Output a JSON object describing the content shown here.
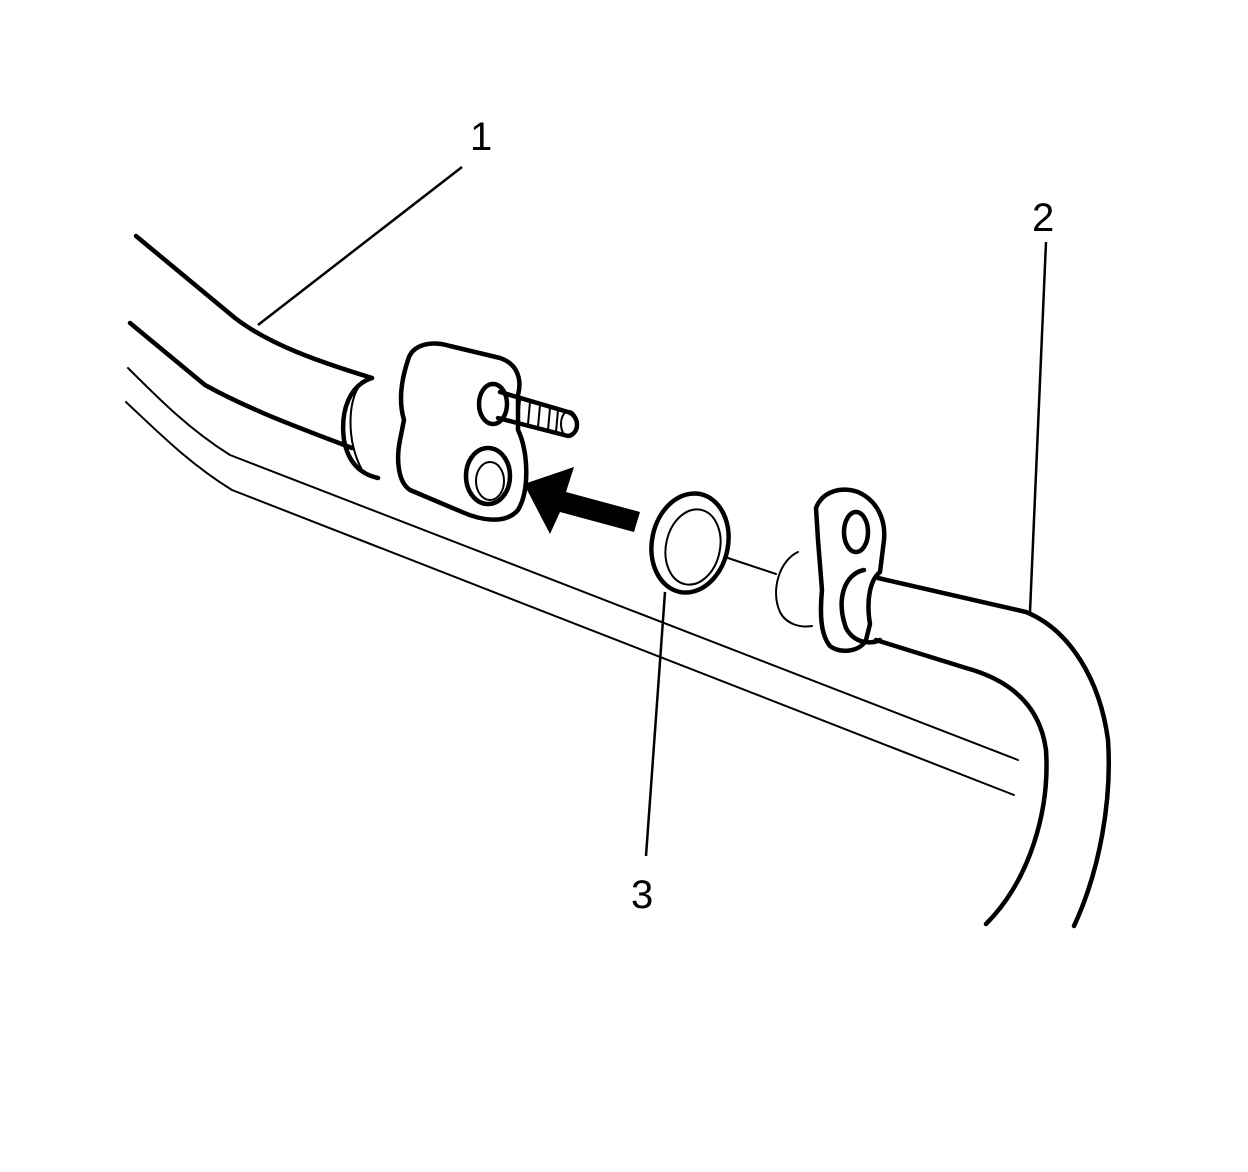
{
  "callouts": [
    {
      "id": "1",
      "label": "1"
    },
    {
      "id": "2",
      "label": "2"
    },
    {
      "id": "3",
      "label": "3"
    }
  ],
  "colors": {
    "line": "#000000",
    "background": "#ffffff"
  },
  "icons": {
    "install_direction": "arrow-left-icon"
  }
}
